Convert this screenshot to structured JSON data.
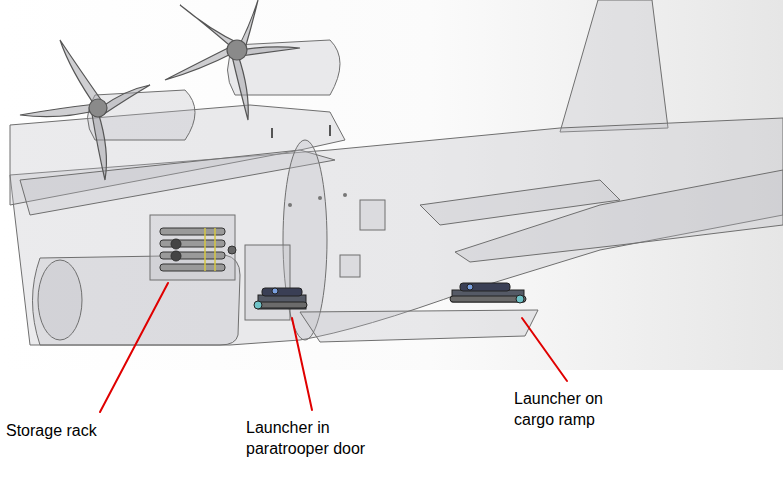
{
  "diagram": {
    "labels": [
      "Storage rack",
      "Launcher in paratrooper door",
      "Launcher on cargo ramp"
    ]
  }
}
